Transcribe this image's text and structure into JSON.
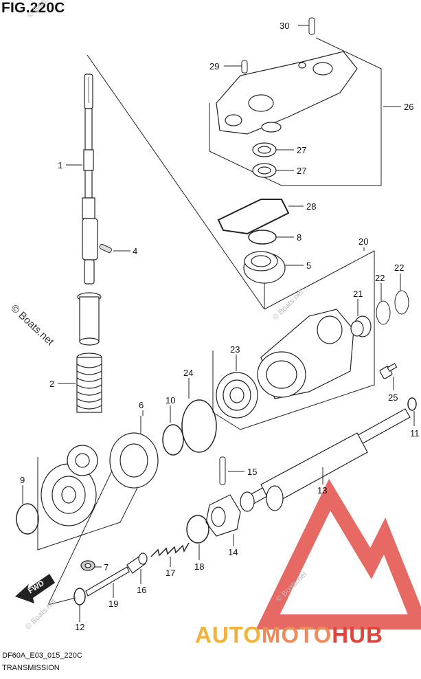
{
  "figure": {
    "title": "FIG.220C",
    "code": "DF60A_E03_015_220C",
    "name": "TRANSMISSION"
  },
  "watermarks": {
    "main": "© Boats.net",
    "small": "© Boats.net"
  },
  "brand": {
    "part1": "AUTO",
    "part2": "MOTO",
    "part3": "HUB",
    "color_logo": "#e0443c",
    "color_auto": "#f2b23a",
    "color_moto": "#ef8b5a"
  },
  "fwd_label": "FWD",
  "callouts": [
    "1",
    "2",
    "4",
    "5",
    "6",
    "7",
    "8",
    "9",
    "10",
    "11",
    "12",
    "13",
    "14",
    "15",
    "16",
    "17",
    "18",
    "19",
    "20",
    "21",
    "22",
    "22",
    "23",
    "24",
    "25",
    "26",
    "27",
    "27",
    "28",
    "29",
    "30"
  ]
}
